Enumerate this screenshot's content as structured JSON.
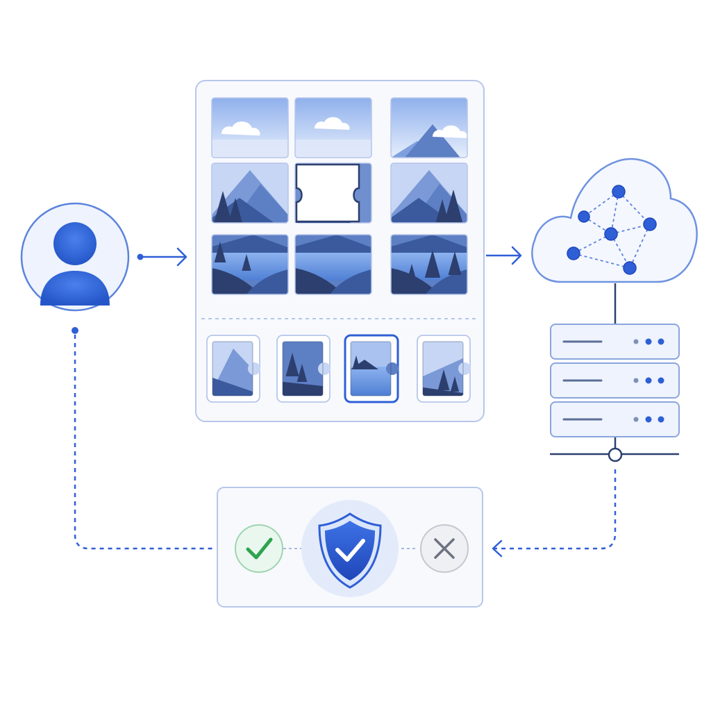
{
  "colors": {
    "primary": "#2f5fd6",
    "primary_dark": "#1f46b8",
    "panel_bg": "#f7f9fd",
    "panel_border": "#b7c6ea",
    "sky_light": "#e3ecfb",
    "sky": "#a9c2ef",
    "mountain": "#5d7fc4",
    "mountain_dark": "#3b5a9e",
    "water": "#6c9be6",
    "tree": "#2c3f6e",
    "success": "#2ea44f",
    "success_bg": "#eaf7ee",
    "neutral": "#6b7280",
    "neutral_bg": "#eef0f3"
  },
  "nodes": {
    "user": {
      "icon": "user-avatar-icon"
    },
    "puzzle": {
      "icon": "jigsaw-captcha-icon",
      "grid_rows": 3,
      "grid_cols": 3,
      "missing_piece": {
        "row": 1,
        "col": 1
      },
      "candidate_pieces": 4,
      "selected_piece": 2
    },
    "cloud": {
      "icon": "cloud-network-icon"
    },
    "servers": {
      "icon": "server-rack-icon",
      "units": 3
    },
    "verification": {
      "icons": [
        "check-circle-icon",
        "shield-check-icon",
        "x-circle-icon"
      ]
    }
  }
}
